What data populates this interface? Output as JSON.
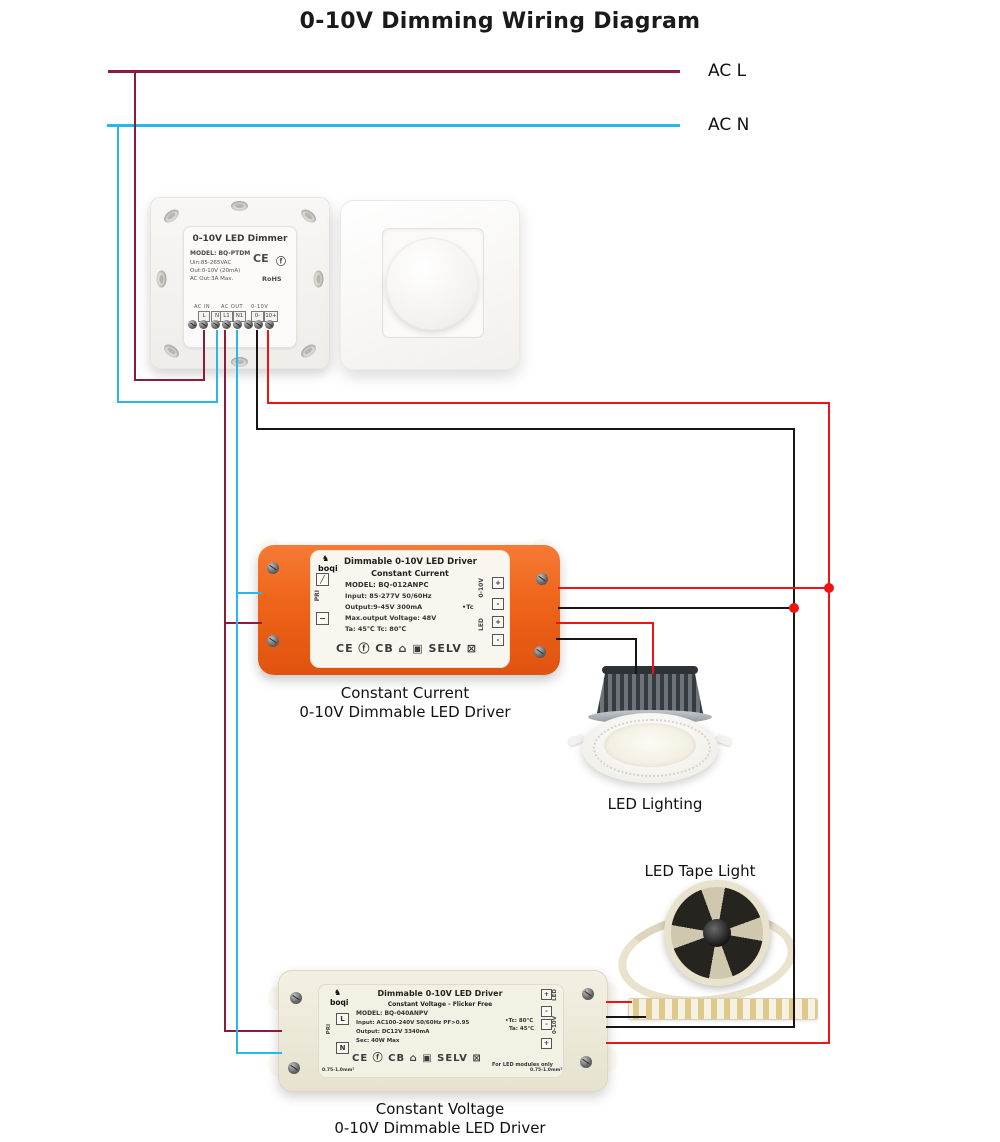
{
  "title": "0-10V Dimming Wiring Diagram",
  "colors": {
    "ac_l_wire": "#8a1c3e",
    "ac_n_wire": "#29b6ea",
    "dim_positive_wire": "#ee1414",
    "dim_negative_wire": "#161616",
    "cc_driver_body": "#ee6418",
    "cv_driver_body": "#ece8d7"
  },
  "labels": {
    "ac_l": "AC L",
    "ac_n": "AC N",
    "led_lighting": "LED Lighting",
    "led_tape": "LED Tape Light"
  },
  "dimmer": {
    "name": "0-10V LED Dimmer",
    "model": "MODEL: BQ-PTDM",
    "specs": [
      "Uin:85-265VAC",
      "Out:0-10V (20mA)",
      "AC Out:3A Max."
    ],
    "ce": "CE",
    "fcc": "ⓕ",
    "rohs": "RoHS",
    "term_ac_in": "AC IN",
    "term_l": "L",
    "term_n": "N",
    "term_ac_out": "AC OUT",
    "term_l1": "L1",
    "term_n1": "N1",
    "term_sig": "0-10V",
    "term_sig_neg": "0-",
    "term_sig_pos": "10+"
  },
  "cc_driver": {
    "brand": "boqi",
    "title": "Dimmable 0-10V LED Driver",
    "subtitle": "Constant Current",
    "model": "MODEL: BQ-012ANPC",
    "input": "Input: 85-277V 50/60Hz",
    "output": "Output:9-45V 300mA",
    "tc": "•Tc",
    "max_output": "Max.output Voltage: 48V",
    "temps": "Ta: 45℃  Tc: 80℃",
    "pri": "PRI",
    "class_mark": "╱",
    "iso_mark": "−",
    "certs": "CE ⓕ CB ⌂ ▣ SELV ⊠",
    "sig_label": "0-10V",
    "led_label": "LED",
    "plus": "+",
    "minus": "-"
  },
  "cc_caption": [
    "Constant Current",
    "0-10V Dimmable LED Driver"
  ],
  "cv_driver": {
    "brand": "boqi",
    "title": "Dimmable 0-10V LED Driver",
    "subtitle": "Constant Voltage - Flicker Free",
    "model": "MODEL: BQ-040ANPV",
    "input": "Input: AC100-240V 50/60Hz PF>0.95",
    "temp1": "•Tc: 80℃",
    "temp2": "Ta: 45℃",
    "output": "Output: DC12V 3340mA",
    "sec": "Sec: 40W Max",
    "l": "L",
    "n": "N",
    "pri": "PRI",
    "certs": "CE ⓕ CB ⌂ ▣ SELV ⊠",
    "note": "For LED modules only",
    "wire_gauge": "0.75-1.0mm²",
    "out_label": "LED",
    "sig_label": "0-10V",
    "plus": "+",
    "minus": "-"
  },
  "cv_caption": [
    "Constant Voltage",
    "0-10V Dimmable LED Driver"
  ]
}
